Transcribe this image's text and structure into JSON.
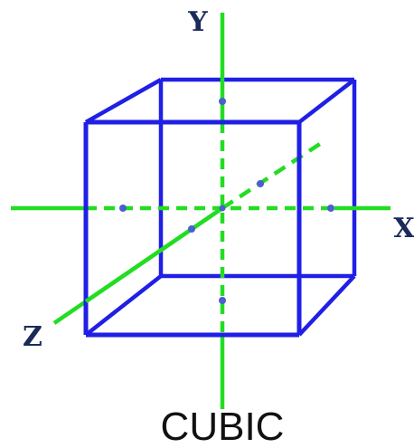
{
  "diagram": {
    "caption": "CUBIC",
    "axes": {
      "x_label": "X",
      "y_label": "Y",
      "z_label": "Z"
    }
  },
  "colors": {
    "cube": "#1f1fe6",
    "axis": "#22dd22",
    "axis_point": "#4a5fd0",
    "label": "#1a2a5a",
    "caption": "#111111"
  }
}
